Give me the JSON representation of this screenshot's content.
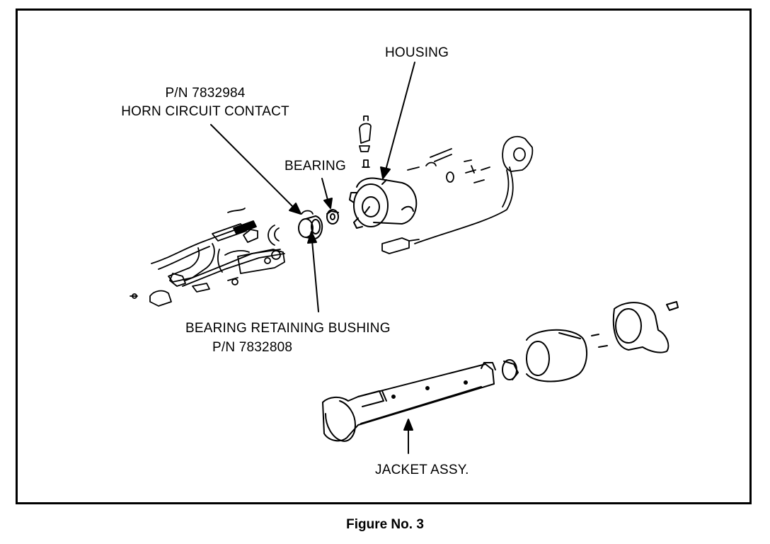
{
  "figure": {
    "caption": "Figure No. 3"
  },
  "callouts": {
    "housing": "HOUSING",
    "horn_contact_pn": "P/N 7832984",
    "horn_contact_name": "HORN CIRCUIT CONTACT",
    "bearing": "BEARING",
    "bushing_name": "BEARING RETAINING BUSHING",
    "bushing_pn": "P/N 7832808",
    "jacket": "JACKET ASSY."
  }
}
